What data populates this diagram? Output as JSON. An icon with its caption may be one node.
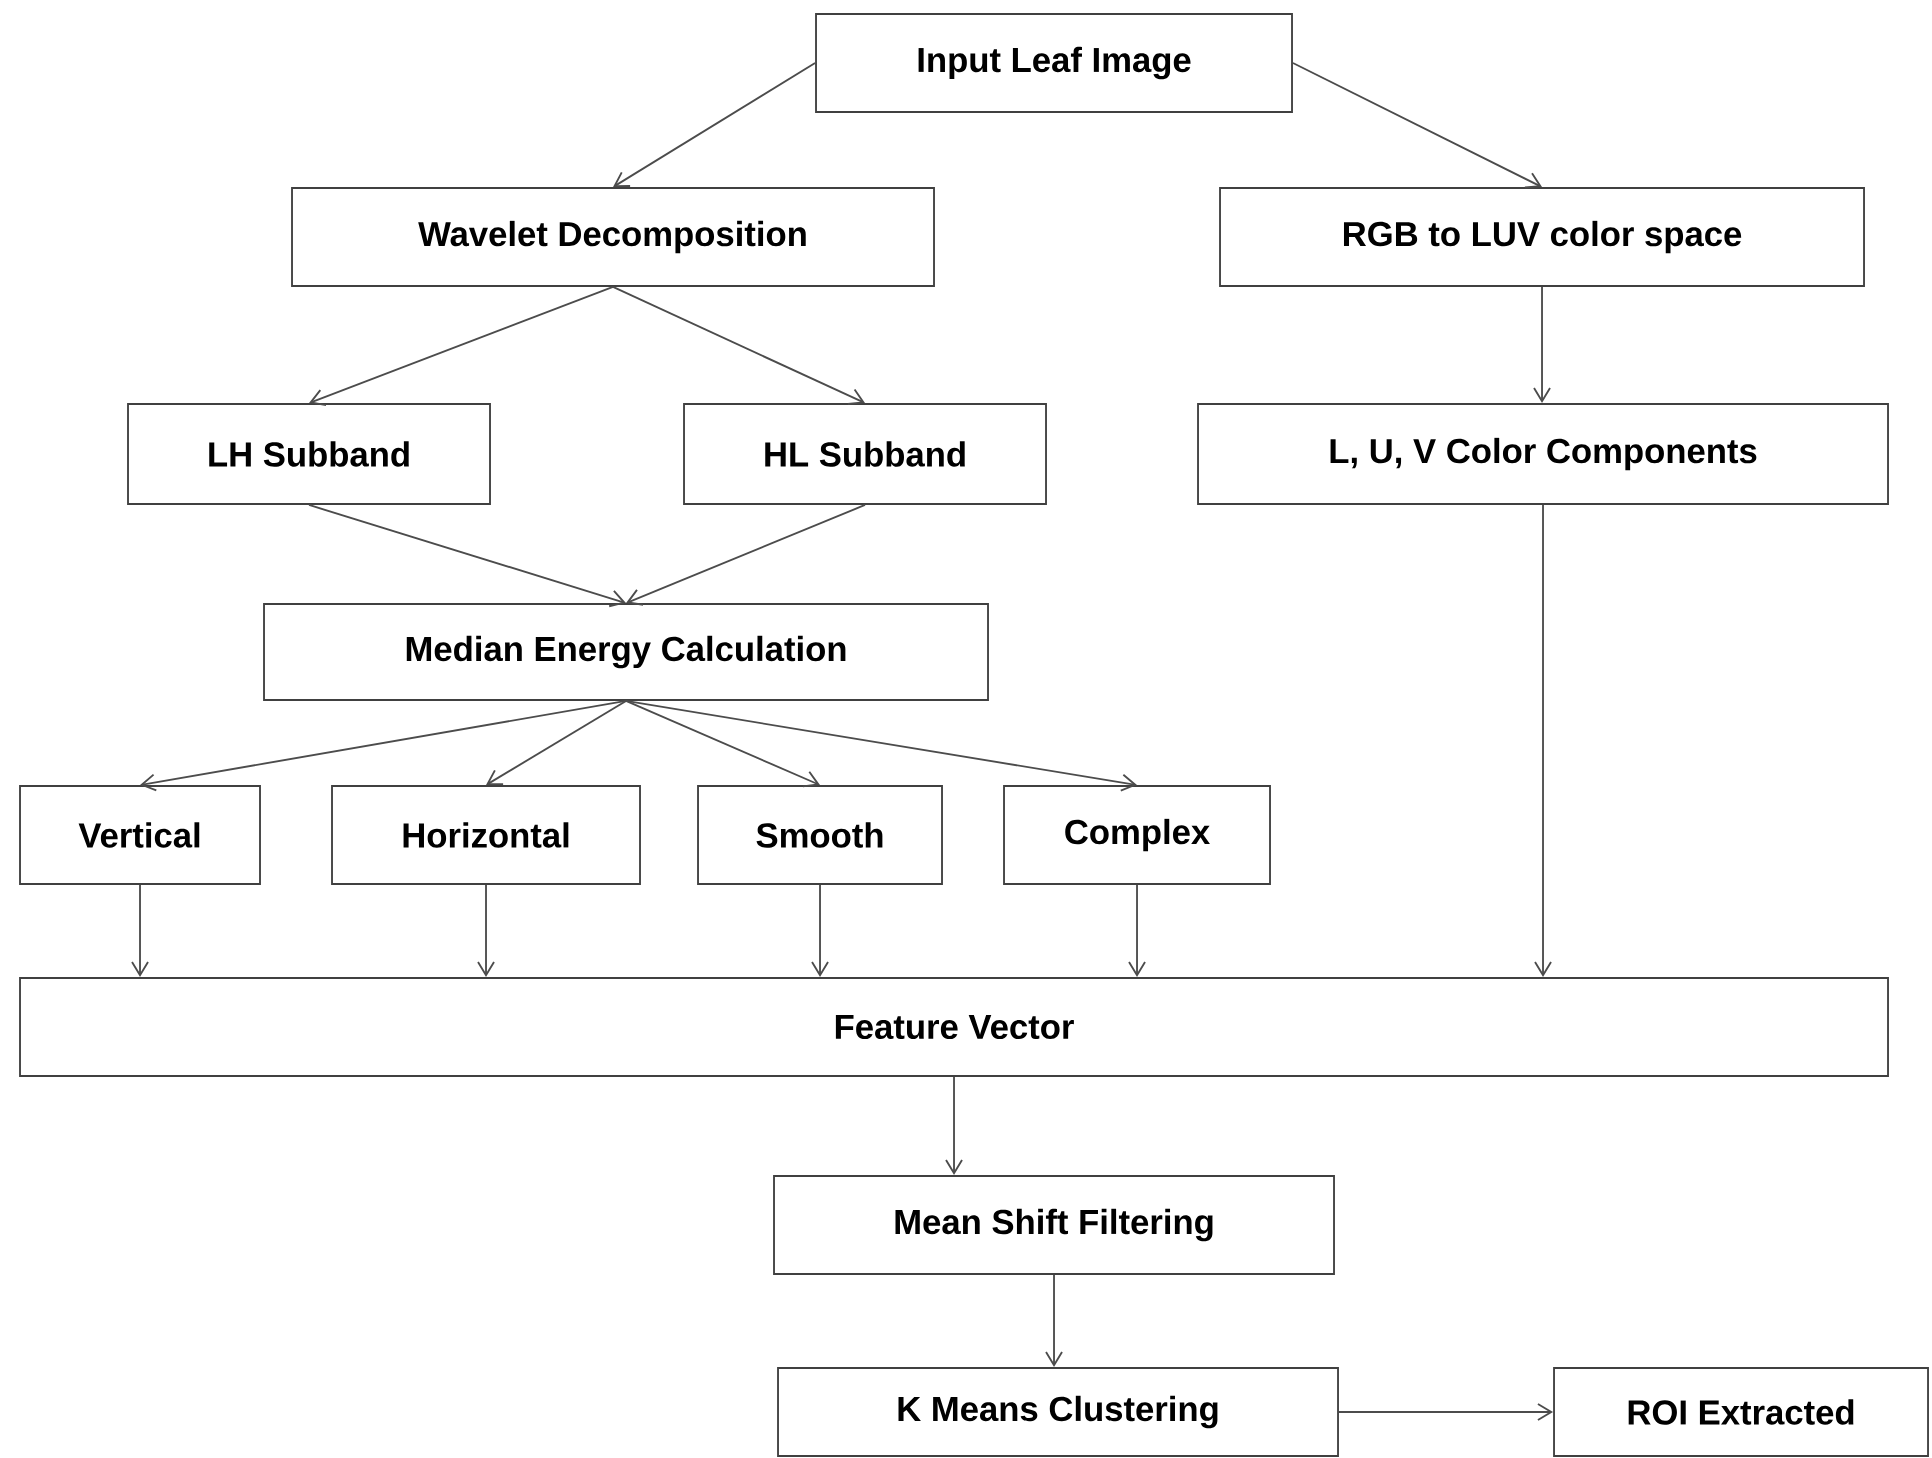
{
  "diagram": {
    "nodes": [
      {
        "text": [
          "Input Leaf Image"
        ]
      },
      {
        "text": [
          "Wavelet Decomposition"
        ]
      },
      {
        "text": [
          "RGB to LUV color space"
        ]
      },
      {
        "text": [
          "LH Subband"
        ]
      },
      {
        "text": [
          "HL Subband"
        ]
      },
      {
        "text": [
          "L, U, V Color Components"
        ]
      },
      {
        "text": [
          "Median Energy Calculation"
        ]
      },
      {
        "text": [
          "Vertical"
        ]
      },
      {
        "text": [
          "Horizontal"
        ]
      },
      {
        "text": [
          "Smooth"
        ]
      },
      {
        "text": [
          "Complex"
        ]
      },
      {
        "text": [
          "Feature Vector"
        ]
      },
      {
        "text": [
          "Mean Shift Filtering"
        ]
      },
      {
        "text": [
          "K Means Clustering"
        ]
      },
      {
        "text": [
          "ROI Extracted"
        ]
      }
    ],
    "edges": [
      {
        "from": 0,
        "to": 1,
        "arrow": "to"
      },
      {
        "from": 0,
        "to": 2,
        "arrow": "to"
      },
      {
        "from": 1,
        "to": 3,
        "arrow": "to"
      },
      {
        "from": 1,
        "to": 4,
        "arrow": "to"
      },
      {
        "from": 2,
        "to": 5,
        "arrow": "to"
      },
      {
        "from": 3,
        "to": 6,
        "arrow": "to"
      },
      {
        "from": 4,
        "to": 6,
        "arrow": "to"
      },
      {
        "from": 6,
        "to": 7,
        "arrow": "to"
      },
      {
        "from": 6,
        "to": 8,
        "arrow": "to"
      },
      {
        "from": 6,
        "to": 9,
        "arrow": "to"
      },
      {
        "from": 6,
        "to": 10,
        "arrow": "to"
      },
      {
        "from": 7,
        "to": 11,
        "arrow": "to"
      },
      {
        "from": 8,
        "to": 11,
        "arrow": "to"
      },
      {
        "from": 9,
        "to": 11,
        "arrow": "to"
      },
      {
        "from": 10,
        "to": 11,
        "arrow": "to"
      },
      {
        "from": 5,
        "to": 11,
        "arrow": "to"
      },
      {
        "from": 11,
        "to": 12,
        "arrow": "to"
      },
      {
        "from": 12,
        "to": 13,
        "arrow": "to"
      },
      {
        "from": 13,
        "to": 14,
        "arrow": "to"
      }
    ]
  }
}
